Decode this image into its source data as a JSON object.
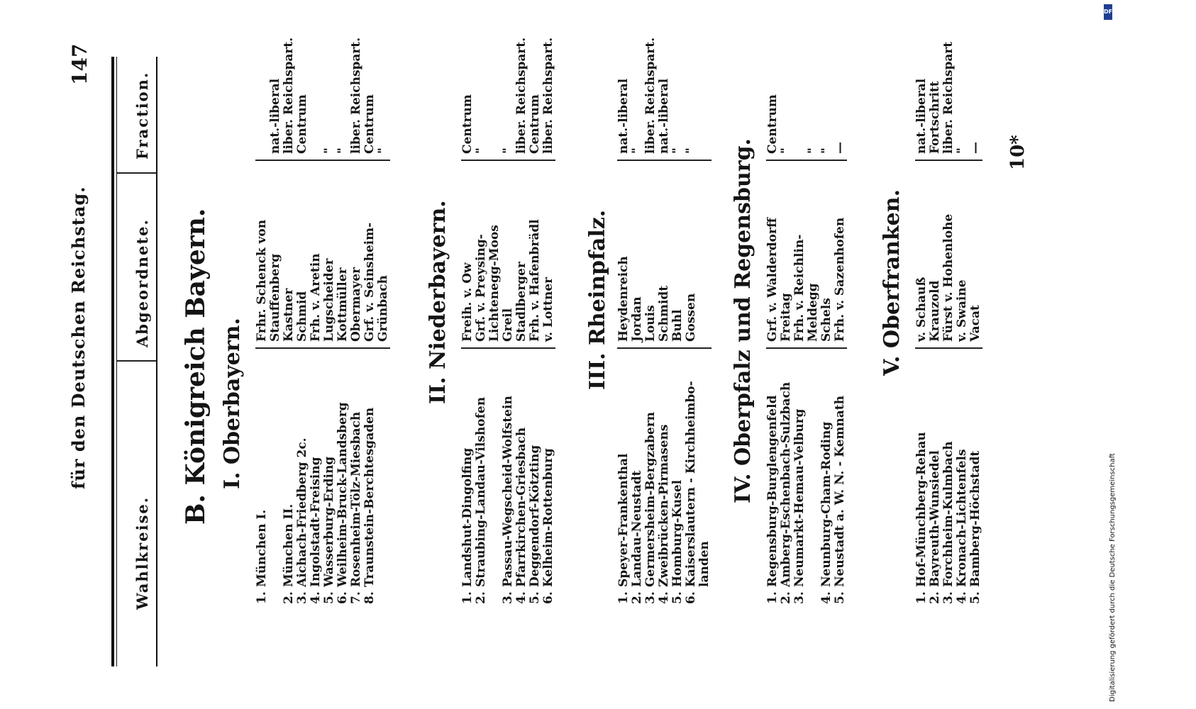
{
  "header": {
    "running_title": "für den Deutschen Reichstag.",
    "page_number": "147"
  },
  "columns": {
    "wahlkreise": "Wahlkreise.",
    "abgeordnete": "Abgeordnete.",
    "fraction": "Fraction."
  },
  "title": "B. Königreich Bayern.",
  "sections": [
    {
      "heading": "I. Oberbayern.",
      "rows": [
        {
          "n": "1.",
          "wk": "München I.",
          "abg": "Frhr. Schenck von",
          "fr": ""
        },
        {
          "n": "",
          "wk": "",
          "abg": "Stauffenberg",
          "fr": "nat.-liberal"
        },
        {
          "n": "2.",
          "wk": "München II.",
          "abg": "Kastner",
          "fr": "liber. Reichspart."
        },
        {
          "n": "3.",
          "wk": "Aichach-Friedberg 2c.",
          "abg": "Schmid",
          "fr": "Centrum"
        },
        {
          "n": "4.",
          "wk": "Ingolstadt-Freising",
          "abg": "Frh. v. Aretin",
          "fr": ""
        },
        {
          "n": "5.",
          "wk": "Wasserburg-Erding",
          "abg": "Lugscheider",
          "fr": "\""
        },
        {
          "n": "6.",
          "wk": "Weilheim-Bruck-Landsberg",
          "abg": "Kottmüller",
          "fr": "\""
        },
        {
          "n": "7.",
          "wk": "Rosenheim-Tölz-Miesbach",
          "abg": "Obermayer",
          "fr": "liber. Reichspart."
        },
        {
          "n": "8.",
          "wk": "Traunstein-Berchtesgaden",
          "abg": "Grf. v. Seinsheim-",
          "fr": "Centrum"
        },
        {
          "n": "",
          "wk": "",
          "abg": "Grünbach",
          "fr": "\""
        }
      ]
    },
    {
      "heading": "II. Niederbayern.",
      "rows": [
        {
          "n": "1.",
          "wk": "Landshut-Dingolfing",
          "abg": "Freih. v. Ow",
          "fr": "Centrum"
        },
        {
          "n": "2.",
          "wk": "Straubing-Landau-Vilshofen",
          "abg": "Grf. v. Preysing-",
          "fr": "\""
        },
        {
          "n": "",
          "wk": "",
          "abg": "Lichtenegg-Moos",
          "fr": ""
        },
        {
          "n": "3.",
          "wk": "Passau-Wegscheid-Wolfstein",
          "abg": "Greil",
          "fr": "\""
        },
        {
          "n": "4.",
          "wk": "Pfarrkirchen-Griesbach",
          "abg": "Stadlberger",
          "fr": "liber. Reichspart."
        },
        {
          "n": "5.",
          "wk": "Deggendorf-Kötzting",
          "abg": "Frh. v. Hafenbrädl",
          "fr": "Centrum"
        },
        {
          "n": "6.",
          "wk": "Kelheim-Rottenburg",
          "abg": "v. Lottner",
          "fr": "liber. Reichspart."
        }
      ]
    },
    {
      "heading": "III. Rheinpfalz.",
      "rows": [
        {
          "n": "1.",
          "wk": "Speyer-Frankenthal",
          "abg": "Heydenreich",
          "fr": "nat.-liberal"
        },
        {
          "n": "2.",
          "wk": "Landau-Neustadt",
          "abg": "Jordan",
          "fr": "\""
        },
        {
          "n": "3.",
          "wk": "Germersheim-Bergzabern",
          "abg": "Louis",
          "fr": "liber. Reichspart."
        },
        {
          "n": "4.",
          "wk": "Zweibrücken-Pirmasens",
          "abg": "Schmidt",
          "fr": "nat.-liberal"
        },
        {
          "n": "5.",
          "wk": "Homburg-Kusel",
          "abg": "Buhl",
          "fr": "\""
        },
        {
          "n": "6.",
          "wk": "Kaiserslautern - Kirchheimbo-",
          "abg": "Gossen",
          "fr": "\""
        },
        {
          "n": "",
          "wk": "landen",
          "abg": "",
          "fr": ""
        }
      ]
    },
    {
      "heading": "IV. Oberpfalz und Regensburg.",
      "rows": [
        {
          "n": "1.",
          "wk": "Regensburg-Burglengenfeld",
          "abg": "Grf. v. Walderdorff",
          "fr": "Centrum"
        },
        {
          "n": "2.",
          "wk": "Amberg-Eschenbach-Sulzbach",
          "abg": "Freitag",
          "fr": "\""
        },
        {
          "n": "3.",
          "wk": "Neumarkt-Hemau-Velburg",
          "abg": "Frh. v. Reichlin-",
          "fr": ""
        },
        {
          "n": "",
          "wk": "",
          "abg": "Meldegg",
          "fr": "\""
        },
        {
          "n": "4.",
          "wk": "Neunburg-Cham-Roding",
          "abg": "Schels",
          "fr": "\""
        },
        {
          "n": "5.",
          "wk": "Neustadt a. W. N. - Kemnath",
          "abg": "Frh. v. Sazenhofen",
          "fr": "—"
        }
      ]
    },
    {
      "heading": "V. Oberfranken.",
      "rows": [
        {
          "n": "1.",
          "wk": "Hof-Münchberg-Rehau",
          "abg": "v. Schauß",
          "fr": "nat.-liberal"
        },
        {
          "n": "2.",
          "wk": "Bayreuth-Wunsiedel",
          "abg": "Krauzold",
          "fr": "Fortschritt"
        },
        {
          "n": "3.",
          "wk": "Forchheim-Kulmbach",
          "abg": "Fürst v. Hohenlohe",
          "fr": "liber. Reichspart"
        },
        {
          "n": "4.",
          "wk": "Kronach-Lichtenfels",
          "abg": "v. Swaine",
          "fr": "\""
        },
        {
          "n": "5.",
          "wk": "Bamberg-Höchstadt",
          "abg": "Vacat",
          "fr": "—"
        }
      ]
    }
  ],
  "signature_mark": "10*",
  "side_note": "Digitalisierung gefördert durch die Deutsche Forschungsgemeinschaft",
  "logo": "DFG"
}
